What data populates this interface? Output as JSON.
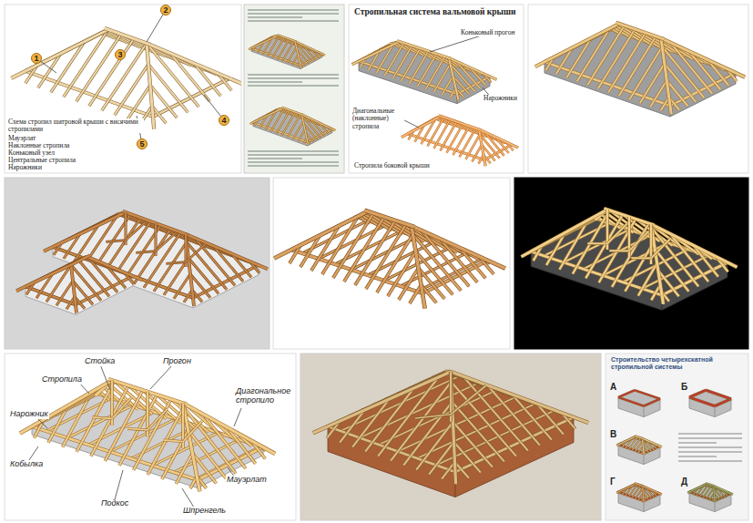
{
  "diagram": {
    "labels": [
      "1",
      "2",
      "3",
      "4",
      "5",
      "Схема стропил шатровой крыши с висячими стропилами",
      "Мауэрлат",
      "Наклонные стропила",
      "Коньковый узел",
      "Центральные стропила",
      "Нарожники",
      "Стропильная система вальмовой крыши",
      "Коньковый прогон",
      "Нарожники",
      "Диагональные (наклонные) стропила",
      "Стропила боковой крыши",
      "Стойка",
      "Прогон",
      "Стропила",
      "Диагональное стропило",
      "Нарожник",
      "Кобылка",
      "Подкос",
      "Мауэрлат",
      "Шпренгель",
      "Строительство четырехскатной стропильной системы",
      "А",
      "Б",
      "В",
      "Г",
      "Д"
    ]
  }
}
